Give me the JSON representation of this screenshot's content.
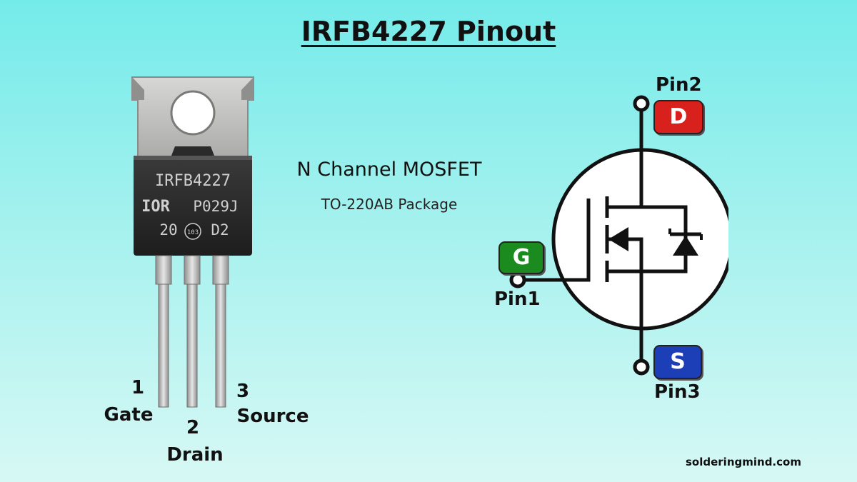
{
  "title": "IRFB4227 Pinout",
  "subtitle": "N Channel MOSFET",
  "package": "TO-220AB Package",
  "chip": {
    "line1": "IRFB4227",
    "logo": "IOR",
    "code": "P029J",
    "line3_left": "20",
    "line3_badge": "103",
    "line3_right": "D2"
  },
  "pins": [
    {
      "number": "1",
      "name": "Gate"
    },
    {
      "number": "2",
      "name": "Drain"
    },
    {
      "number": "3",
      "name": "Source"
    }
  ],
  "symbol": {
    "drain": {
      "pin": "Pin2",
      "letter": "D",
      "color": "#d8201d"
    },
    "gate": {
      "pin": "Pin1",
      "letter": "G",
      "color": "#1b8a1f"
    },
    "source": {
      "pin": "Pin3",
      "letter": "S",
      "color": "#1c3fb8"
    }
  },
  "website": "solderingmind.com"
}
